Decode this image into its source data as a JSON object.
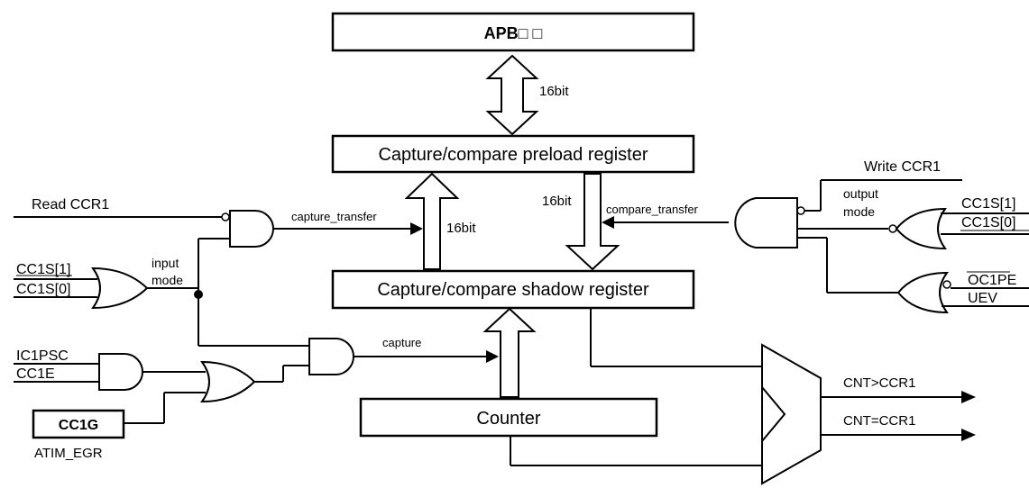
{
  "blocks": {
    "apb": "APB□ □",
    "preload": "Capture/compare preload register",
    "shadow": "Capture/compare shadow register",
    "counter": "Counter",
    "cc1g": "CC1G"
  },
  "labels": {
    "bus_apb": "16bit",
    "bus_capture": "16bit",
    "bus_compare": "16bit",
    "read_ccr1": "Read CCR1",
    "write_ccr1": "Write CCR1",
    "capture_transfer": "capture_transfer",
    "compare_transfer": "compare_transfer",
    "input_mode": [
      "input",
      "mode"
    ],
    "output_mode": [
      "output",
      "mode"
    ],
    "capture": "capture",
    "atim_egr": "ATIM_EGR",
    "cnt_gt": "CNT>CCR1",
    "cnt_eq": "CNT=CCR1"
  },
  "signals": {
    "cc1s1_left": "CC1S[1]",
    "cc1s0_left": "CC1S[0]",
    "ic1psc": "IC1PSC",
    "cc1e": "CC1E",
    "cc1s1_right": "CC1S[1]",
    "cc1s0_right": "CC1S[0]",
    "oc1pe": "OC1PE",
    "uev": "UEV"
  }
}
